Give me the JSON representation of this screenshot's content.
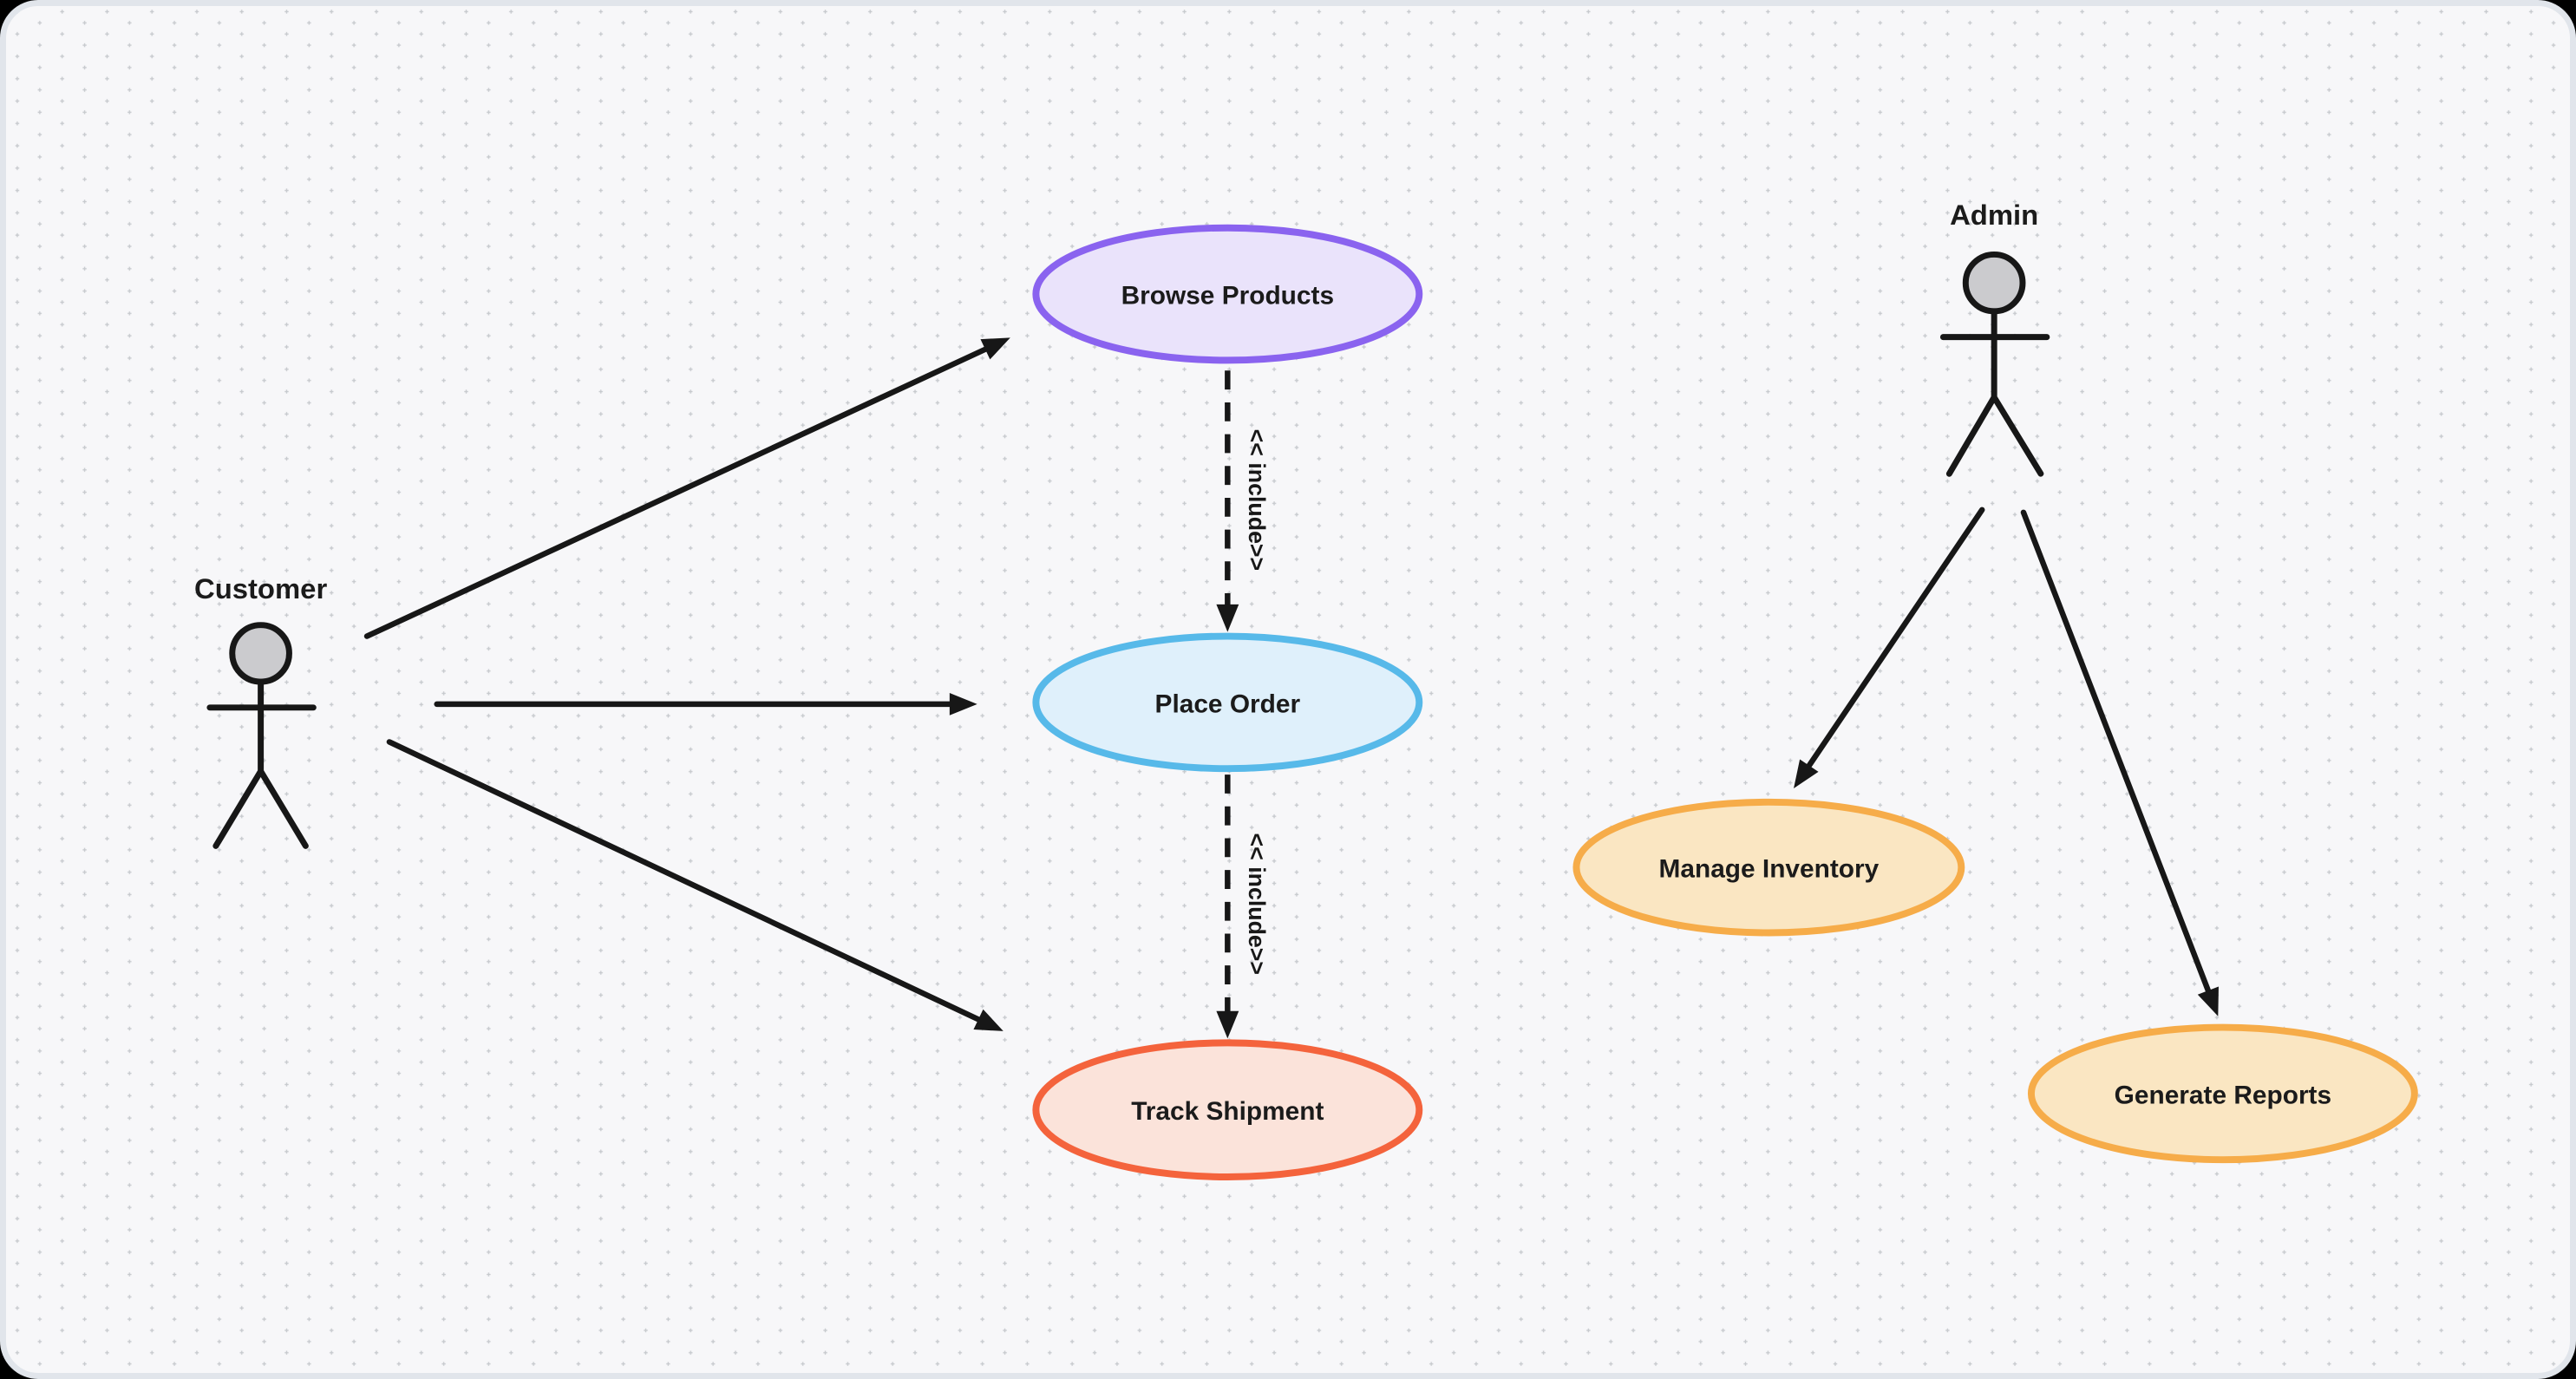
{
  "canvas": {
    "background": "#f7f7f9",
    "dot_color": "#c7cace",
    "border_color": "#e1e5eb",
    "ink": "#171717"
  },
  "actors": [
    {
      "name": "Customer",
      "head_fill": "#cbcbce"
    },
    {
      "name": "Admin",
      "head_fill": "#cbcbce"
    }
  ],
  "use_cases": [
    {
      "id": "browse-products",
      "label": "Browse Products",
      "stroke": "#8a63ef",
      "fill": "#eae3fb"
    },
    {
      "id": "place-order",
      "label": "Place Order",
      "stroke": "#57b9e9",
      "fill": "#dff0fb"
    },
    {
      "id": "track-shipment",
      "label": "Track Shipment",
      "stroke": "#f4633c",
      "fill": "#fbe3da"
    },
    {
      "id": "manage-inventory",
      "label": "Manage Inventory",
      "stroke": "#f6ac49",
      "fill": "#fae6c2"
    },
    {
      "id": "generate-reports",
      "label": "Generate Reports",
      "stroke": "#f6ac49",
      "fill": "#fae6c2"
    }
  ],
  "relationships": {
    "include_label": "<< include>>",
    "associations": [
      {
        "from": "Customer",
        "to": "Browse Products"
      },
      {
        "from": "Customer",
        "to": "Place Order"
      },
      {
        "from": "Customer",
        "to": "Track Shipment"
      },
      {
        "from": "Admin",
        "to": "Manage Inventory"
      },
      {
        "from": "Admin",
        "to": "Generate Reports"
      }
    ],
    "includes": [
      {
        "from": "Browse Products",
        "to": "Place Order"
      },
      {
        "from": "Place Order",
        "to": "Track Shipment"
      }
    ]
  }
}
